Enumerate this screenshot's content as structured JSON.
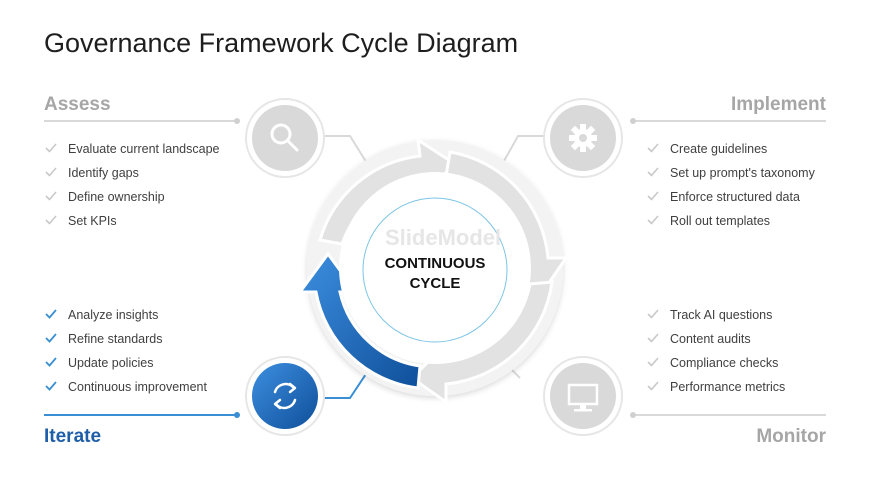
{
  "title": "Governance Framework Cycle Diagram",
  "center": {
    "line1": "CONTINUOUS",
    "line2": "CYCLE"
  },
  "stages": {
    "assess": {
      "label": "Assess",
      "items": [
        "Evaluate current landscape",
        "Identify gaps",
        "Define ownership",
        "Set KPIs"
      ],
      "icon": "search-icon"
    },
    "implement": {
      "label": "Implement",
      "items": [
        "Create guidelines",
        "Set up prompt's taxonomy",
        "Enforce structured data",
        "Roll out templates"
      ],
      "icon": "gear-icon"
    },
    "iterate": {
      "label": "Iterate",
      "items": [
        "Analyze insights",
        "Refine standards",
        "Update policies",
        "Continuous improvement"
      ],
      "icon": "refresh-icon"
    },
    "monitor": {
      "label": "Monitor",
      "items": [
        "Track AI questions",
        "Content audits",
        "Compliance checks",
        "Performance metrics"
      ],
      "icon": "monitor-icon"
    }
  },
  "colors": {
    "active": "#1f5ea8",
    "accent": "#3a8fd4",
    "inactive": "#a6a6a6",
    "arrow": "#dcdcdc"
  },
  "watermark": "SlideModel"
}
